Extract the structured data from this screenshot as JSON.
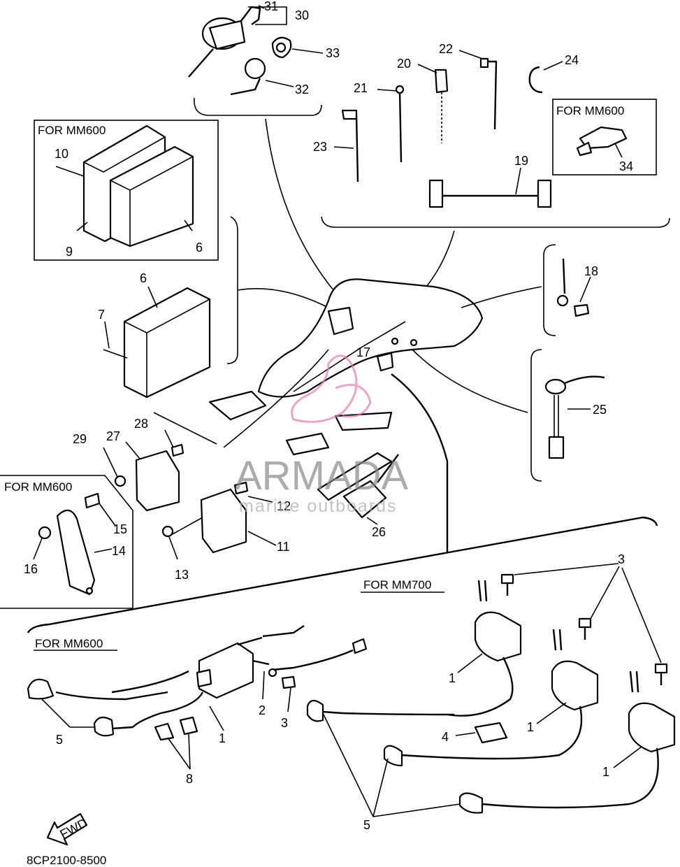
{
  "diagram": {
    "code": "8CP2100-8500",
    "fwd_label": "FWD",
    "watermark": {
      "brand": "ARMADA",
      "tagline": "marine outboards"
    },
    "boxes": {
      "ecu_box": "FOR MM600",
      "clamp_box": "FOR MM600",
      "bracket_box": "FOR MM600",
      "mm700_section": "FOR MM700",
      "mm600_section": "FOR MM600"
    },
    "callouts": {
      "c31": "31",
      "c30": "30",
      "c33": "33",
      "c32": "32",
      "c22": "22",
      "c24": "24",
      "c20": "20",
      "c21": "21",
      "c23": "23",
      "c34": "34",
      "c19": "19",
      "c10": "10",
      "c9": "9",
      "c6a": "6",
      "c6b": "6",
      "c7": "7",
      "c18": "18",
      "c17": "17",
      "c25": "25",
      "c28": "28",
      "c27": "27",
      "c29": "29",
      "c12": "12",
      "c11": "11",
      "c13": "13",
      "c26": "26",
      "c15": "15",
      "c14": "14",
      "c16": "16",
      "c3a": "3",
      "c1a": "1",
      "c1b": "1",
      "c1c": "1",
      "c4": "4",
      "c5a": "5",
      "c2": "2",
      "c3b": "3",
      "c1d": "1",
      "c5b": "5",
      "c8": "8"
    }
  }
}
